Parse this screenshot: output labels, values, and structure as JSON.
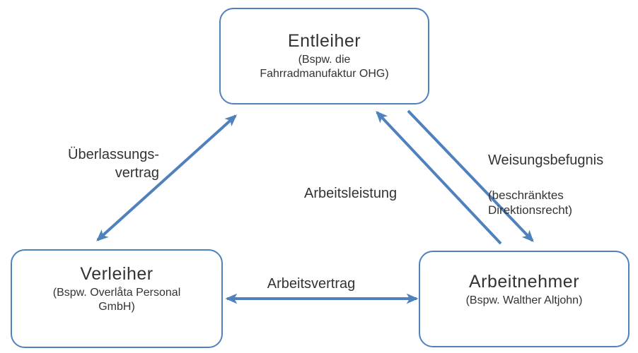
{
  "nodes": {
    "entleiher": {
      "title": "Entleiher",
      "subtitle": "(Bspw. die\nFahrradmanufaktur OHG)"
    },
    "verleiher": {
      "title": "Verleiher",
      "subtitle": "(Bspw. Overlåta Personal\nGmbH)"
    },
    "arbeitnehmer": {
      "title": "Arbeitnehmer",
      "subtitle": "(Bspw. Walther Altjohn)"
    }
  },
  "edges": {
    "ueberlassungsvertrag": {
      "label": "Überlassungs-\nvertrag",
      "direction": "bidirectional",
      "from": "verleiher",
      "to": "entleiher"
    },
    "arbeitsleistung": {
      "label": "Arbeitsleistung",
      "direction": "up",
      "from": "arbeitnehmer",
      "to": "entleiher"
    },
    "weisungsbefugnis": {
      "label": "Weisungsbefugnis",
      "sublabel": "(beschränktes\nDirektionsrecht)",
      "direction": "down",
      "from": "entleiher",
      "to": "arbeitnehmer"
    },
    "arbeitsvertrag": {
      "label": "Arbeitsvertrag",
      "direction": "bidirectional",
      "from": "verleiher",
      "to": "arbeitnehmer"
    }
  },
  "colors": {
    "accent_blue": "#4f81bd",
    "text": "#333333",
    "background": "#ffffff"
  }
}
